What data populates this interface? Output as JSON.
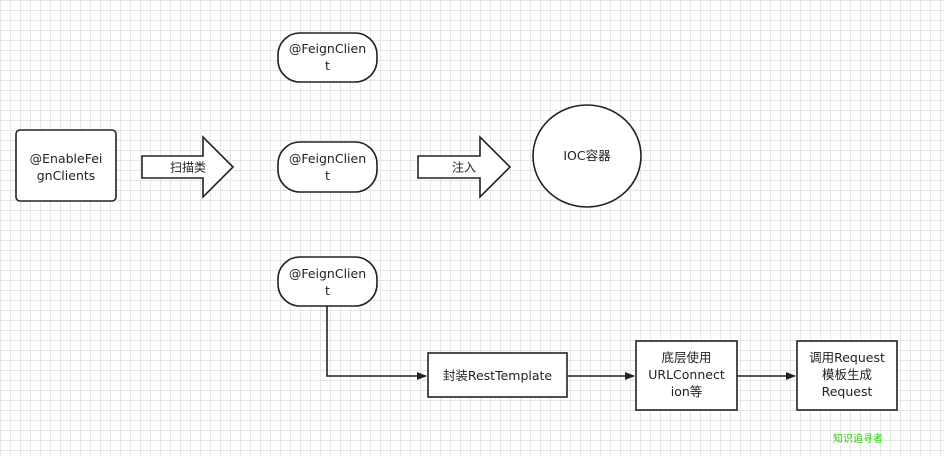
{
  "nodes": {
    "enable_feign_clients": [
      "@EnableFei",
      "gnClients"
    ],
    "feign_client_1": [
      "@FeignClien",
      "t"
    ],
    "feign_client_2": [
      "@FeignClien",
      "t"
    ],
    "feign_client_3": [
      "@FeignClien",
      "t"
    ],
    "ioc_container": "IOC容器",
    "rest_template": "封装RestTemplate",
    "url_connection": [
      "底层使用",
      "URLConnect",
      "ion等"
    ],
    "request_template": [
      "调用Request",
      "模板生成",
      "Request"
    ]
  },
  "edges": {
    "scan_label": "扫描类",
    "inject_label": "注入"
  },
  "watermark": "知识追寻者",
  "colors": {
    "stroke": "#222222",
    "fill": "#ffffff",
    "watermark": "#1fd400"
  }
}
